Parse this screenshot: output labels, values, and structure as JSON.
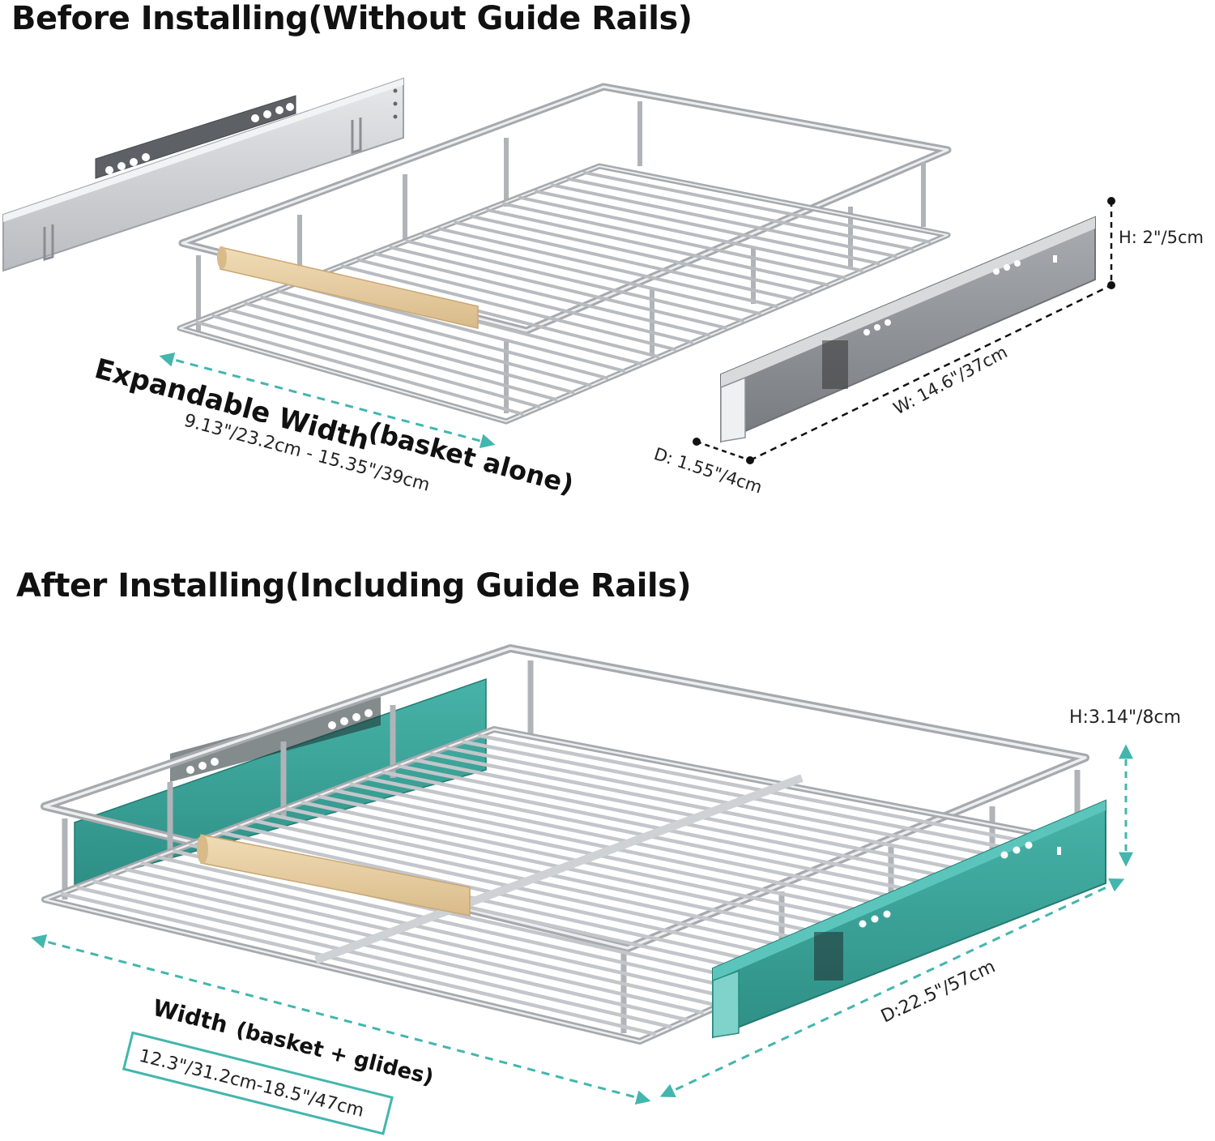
{
  "top": {
    "title": "Before Installing(Without Guide Rails)",
    "expand_label": "Expandable Width",
    "basket_alone": "(basket alone)",
    "expand_range": "9.13\"/23.2cm - 15.35\"/39cm",
    "rail_height": "H: 2\"/5cm",
    "rail_width": "W: 14.6\"/37cm",
    "rail_depth": "D: 1.55\"/4cm"
  },
  "bottom": {
    "title": "After Installing(Including Guide Rails)",
    "height": "H:3.14\"/8cm",
    "depth": "D:22.5\"/57cm",
    "width_label": "Width",
    "basket_glides": "(basket + glides)",
    "width_range": "12.3\"/31.2cm-18.5\"/47cm"
  },
  "colors": {
    "accent_teal": "#43b6ad",
    "rail_teal": "#3aa69a",
    "steel": "#c4c7cb",
    "steel_dark": "#8f9398",
    "wood": "#e8cfa4"
  }
}
